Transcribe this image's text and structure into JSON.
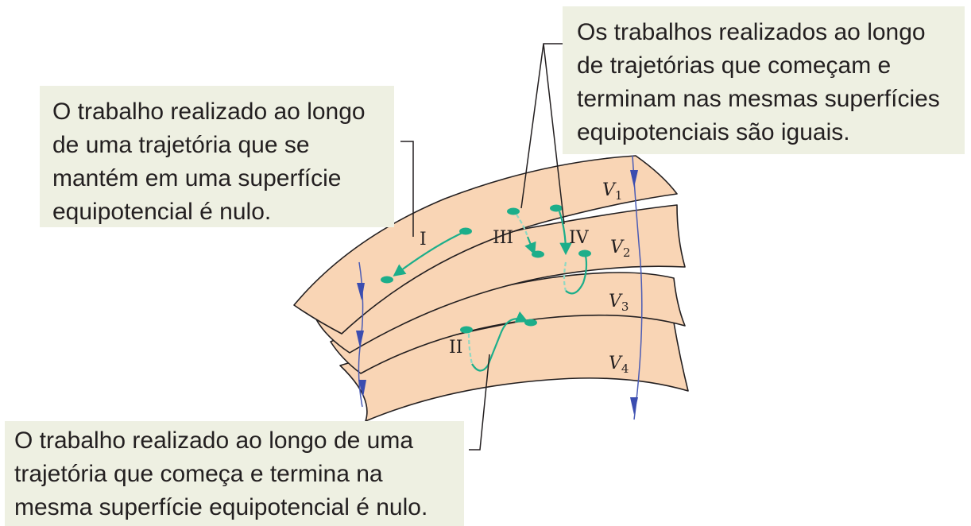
{
  "callouts": {
    "top_right": "Os trabalhos realizados ao longo\nde trajetórias que começam e\nterminam nas mesmas superfícies\nequipotenciais são iguais.",
    "top_left": "O trabalho realizado ao longo\nde uma trajetória que se\nmantém em uma superfície\nequipotencial é nulo.",
    "bottom": "O trabalho realizado ao longo de uma\ntrajetória que começa e termina na\nmesma superfície equipotencial é nulo."
  },
  "surfaces": [
    {
      "symbol": "V",
      "subscript": "1"
    },
    {
      "symbol": "V",
      "subscript": "2"
    },
    {
      "symbol": "V",
      "subscript": "3"
    },
    {
      "symbol": "V",
      "subscript": "4"
    }
  ],
  "paths": {
    "I": "I",
    "II": "II",
    "III": "III",
    "IV": "IV"
  },
  "colors": {
    "surface_fill": "#f9d5b5",
    "path_green": "#1cae8a",
    "field_blue": "#3b4db0",
    "callout_bg": "#eef0e2"
  }
}
